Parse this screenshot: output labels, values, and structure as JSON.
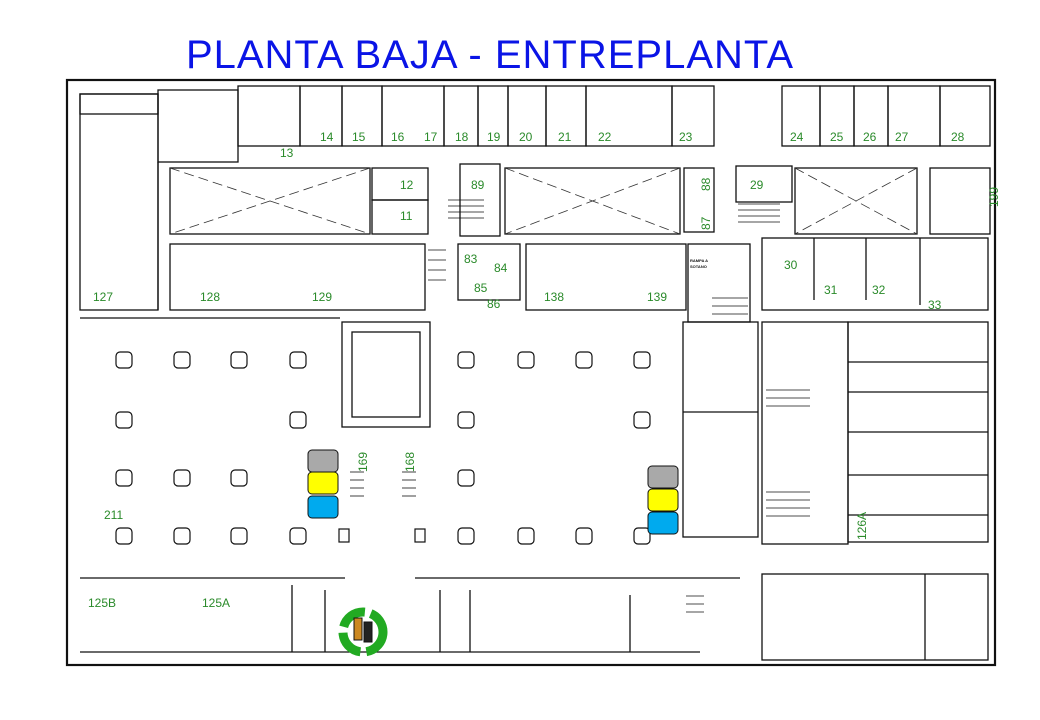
{
  "title": "PLANTA BAJA - ENTREPLANTA",
  "ramp_label": [
    "RAMPA A",
    "SOTANO"
  ],
  "colors": {
    "title": "#0a14e6",
    "labels": "#2a8a2a",
    "bin_grey": "#a9a9a9",
    "bin_yellow": "#ffff00",
    "bin_blue": "#00aaee",
    "recycle": "#22aa22"
  },
  "rooms": [
    "13",
    "14",
    "15",
    "16",
    "17",
    "18",
    "19",
    "20",
    "21",
    "22",
    "23",
    "24",
    "25",
    "26",
    "27",
    "28",
    "12",
    "11",
    "89",
    "88",
    "87",
    "29",
    "199",
    "83",
    "84",
    "85",
    "86",
    "127",
    "128",
    "129",
    "138",
    "139",
    "30",
    "31",
    "32",
    "33",
    "169",
    "168",
    "211",
    "126A",
    "125B",
    "125A"
  ],
  "icons": [
    "recycling-bins-icon",
    "battery-recycling-icon"
  ]
}
